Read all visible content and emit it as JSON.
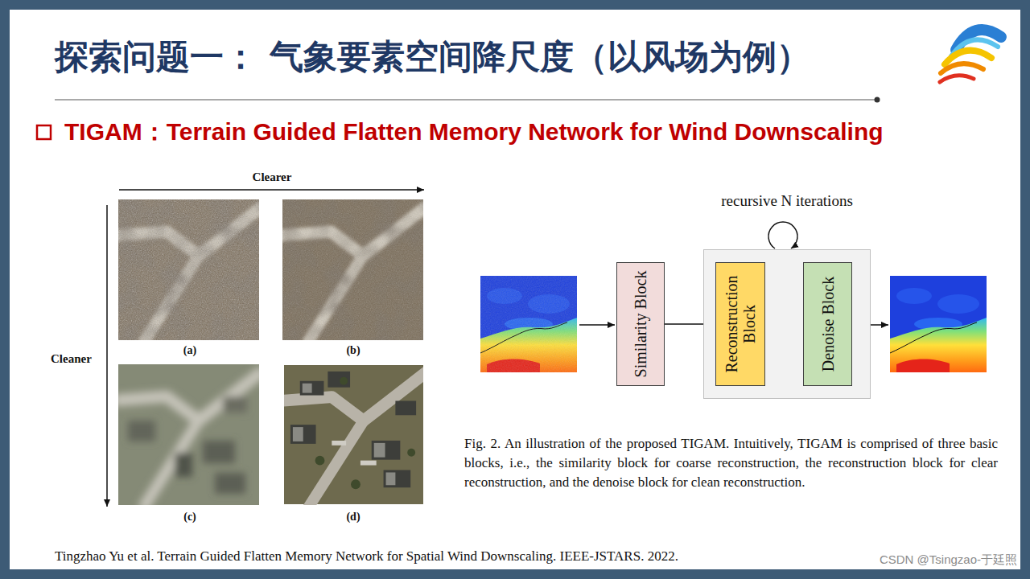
{
  "diagram": {
    "title": "探索问题一： 气象要素空间降尺度（以风场为例）",
    "caption": "Fig. 2. An illustration of the proposed TIGAM. Intuitively, TIGAM is comprised of three basic blocks, i.e., the similarity block for coarse reconstruction, the reconstruction block for clear reconstruction, and the denoise block for clean reconstruction.",
    "nodes": [
      {
        "text": [
          "Similarity Block"
        ]
      },
      {
        "text": [
          "recursive N iterations"
        ]
      },
      {
        "text": [
          "Reconstruction Block"
        ],
        "in": 1
      },
      {
        "text": [
          "Denoise Block"
        ],
        "in": 1
      }
    ],
    "edges": [
      {
        "from": 0,
        "to": 2,
        "arrow": "to"
      },
      {
        "from": 2,
        "to": 3,
        "arrow": "to"
      }
    ],
    "labels": [
      "TIGAM：Terrain Guided Flatten Memory Network for Wind Downscaling",
      "Clearer",
      "Cleaner",
      "(a)",
      "(b)",
      "(c)",
      "(d)",
      "Tingzhao Yu et al. Terrain Guided Flatten Memory Network for Spatial Wind Downscaling. IEEE-JSTARS. 2022.",
      "CSDN @Tsingzao-于廷照"
    ]
  }
}
